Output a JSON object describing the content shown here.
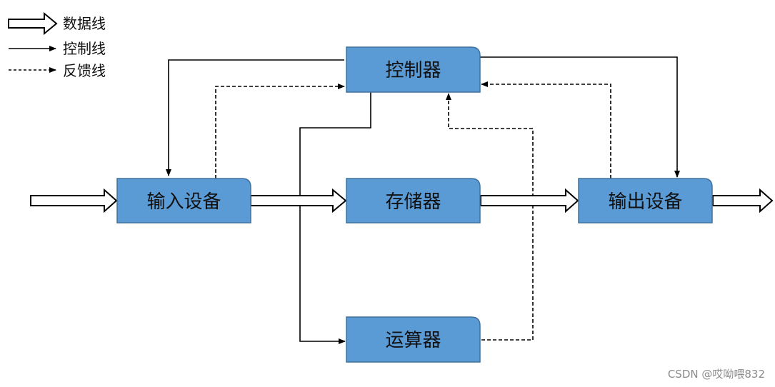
{
  "legend": {
    "data_line": "数据线",
    "control_line": "控制线",
    "feedback_line": "反馈线"
  },
  "nodes": {
    "controller": "控制器",
    "input_device": "输入设备",
    "memory": "存储器",
    "output_device": "输出设备",
    "alu": "运算器"
  },
  "watermark": "CSDN @哎呦喂832",
  "colors": {
    "box_fill": "#5b9bd5",
    "box_stroke": "#41719c",
    "line": "#000000"
  }
}
